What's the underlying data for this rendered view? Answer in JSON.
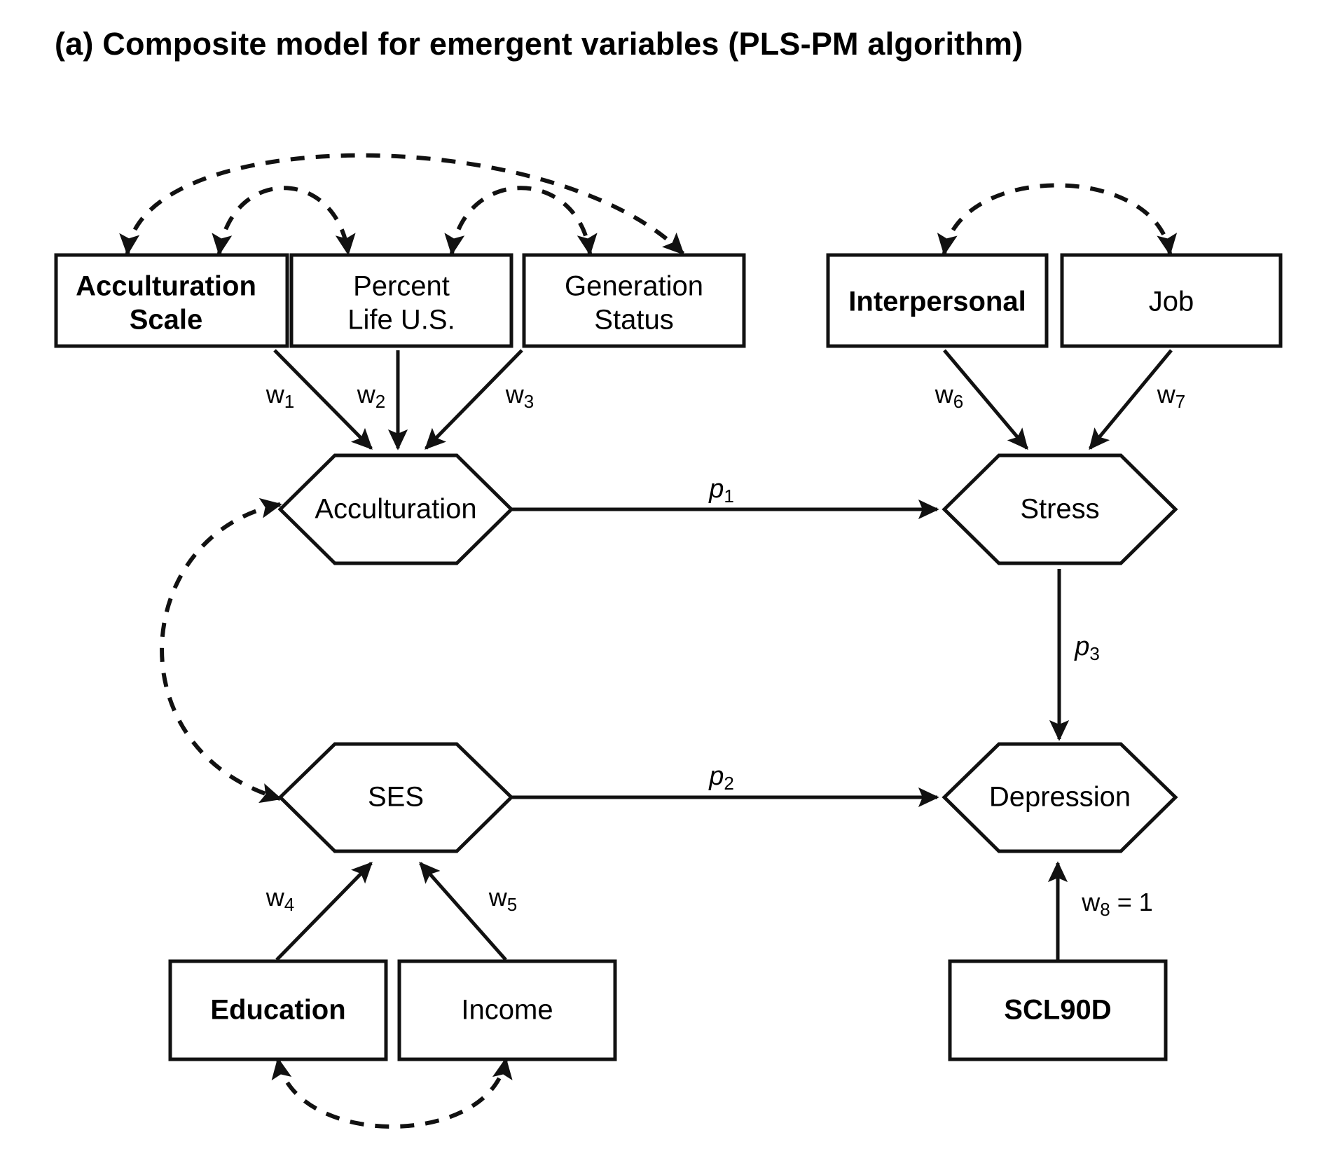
{
  "figure": {
    "panel_label": "(a)",
    "title": "(a)  Composite model for emergent variables (PLS-PM algorithm)",
    "type": "path-diagram",
    "background_color": "#ffffff",
    "line_color": "#111111"
  },
  "indicator_boxes": [
    {
      "id": "acculturation-scale",
      "label_line1": "Acculturation",
      "label_line2": "Scale",
      "bold": true
    },
    {
      "id": "percent-life-us",
      "label_line1": "Percent",
      "label_line2": "Life U.S.",
      "bold": false
    },
    {
      "id": "generation-status",
      "label_line1": "Generation",
      "label_line2": "Status",
      "bold": false
    },
    {
      "id": "interpersonal",
      "label_line1": "Interpersonal",
      "label_line2": "",
      "bold": true
    },
    {
      "id": "job",
      "label_line1": "Job",
      "label_line2": "",
      "bold": false
    },
    {
      "id": "education",
      "label_line1": "Education",
      "label_line2": "",
      "bold": true
    },
    {
      "id": "income",
      "label_line1": "Income",
      "label_line2": "",
      "bold": false
    },
    {
      "id": "scl90d",
      "label_line1": "SCL90D",
      "label_line2": "",
      "bold": true
    }
  ],
  "composite_nodes": [
    {
      "id": "acculturation",
      "label": "Acculturation"
    },
    {
      "id": "stress",
      "label": "Stress"
    },
    {
      "id": "ses",
      "label": "SES"
    },
    {
      "id": "depression",
      "label": "Depression"
    }
  ],
  "weight_labels": [
    {
      "id": "w1",
      "symbol": "w",
      "subscript": "1",
      "text": "w1"
    },
    {
      "id": "w2",
      "symbol": "w",
      "subscript": "2",
      "text": "w2"
    },
    {
      "id": "w3",
      "symbol": "w",
      "subscript": "3",
      "text": "w3"
    },
    {
      "id": "w4",
      "symbol": "w",
      "subscript": "4",
      "text": "w4"
    },
    {
      "id": "w5",
      "symbol": "w",
      "subscript": "5",
      "text": "w5"
    },
    {
      "id": "w6",
      "symbol": "w",
      "subscript": "6",
      "text": "w6"
    },
    {
      "id": "w7",
      "symbol": "w",
      "subscript": "7",
      "text": "w7"
    },
    {
      "id": "w8",
      "symbol": "w",
      "subscript": "8",
      "suffix": " = 1",
      "text": "w8 = 1"
    }
  ],
  "path_labels": [
    {
      "id": "p1",
      "symbol": "p",
      "subscript": "1",
      "from": "acculturation",
      "to": "stress"
    },
    {
      "id": "p2",
      "symbol": "p",
      "subscript": "2",
      "from": "ses",
      "to": "depression"
    },
    {
      "id": "p3",
      "symbol": "p",
      "subscript": "3",
      "from": "stress",
      "to": "depression"
    }
  ],
  "correlations": [
    {
      "id": "corr-acc-scale-generation",
      "between": [
        "acculturation-scale",
        "generation-status"
      ],
      "style": "dashed-double-arrow"
    },
    {
      "id": "corr-acc-scale-percent",
      "between": [
        "acculturation-scale",
        "percent-life-us"
      ],
      "style": "dashed-double-arrow"
    },
    {
      "id": "corr-percent-generation",
      "between": [
        "percent-life-us",
        "generation-status"
      ],
      "style": "dashed-double-arrow"
    },
    {
      "id": "corr-interpersonal-job",
      "between": [
        "interpersonal",
        "job"
      ],
      "style": "dashed-double-arrow"
    },
    {
      "id": "corr-acculturation-ses",
      "between": [
        "acculturation",
        "ses"
      ],
      "style": "dashed-double-arrow"
    },
    {
      "id": "corr-education-income",
      "between": [
        "education",
        "income"
      ],
      "style": "dashed-double-arrow"
    }
  ]
}
